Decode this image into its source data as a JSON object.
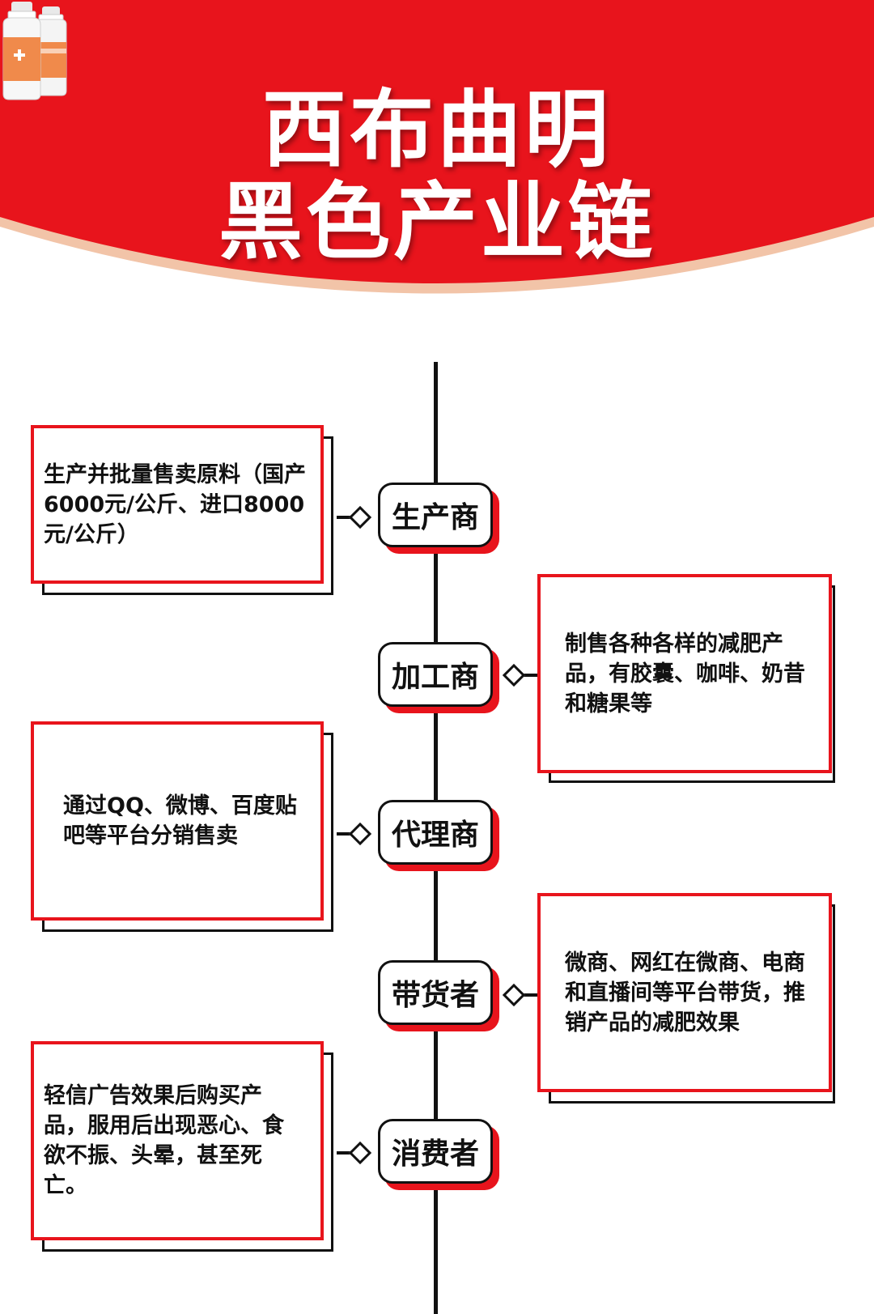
{
  "header": {
    "title_line1": "西布曲明",
    "title_line2": "黑色产业链",
    "bottle_icon": "medicine-bottle-icon",
    "colors": {
      "red": "#e8141c",
      "edge": "#f2c4a8"
    }
  },
  "chain": [
    {
      "node": "生产商",
      "text": "生产并批量售卖原料（国产6000元/公斤、进口8000元/公斤）",
      "side": "left"
    },
    {
      "node": "加工商",
      "text": "制售各种各样的减肥产品，有胶囊、咖啡、奶昔和糖果等",
      "side": "right"
    },
    {
      "node": "代理商",
      "text": "通过QQ、微博、百度贴吧等平台分销售卖",
      "side": "left"
    },
    {
      "node": "带货者",
      "text": "微商、网红在微商、电商和直播间等平台带货，推销产品的减肥效果",
      "side": "right"
    },
    {
      "node": "消费者",
      "text": "轻信广告效果后购买产品，服用后出现恶心、食欲不振、头晕，甚至死亡。",
      "side": "left"
    }
  ]
}
